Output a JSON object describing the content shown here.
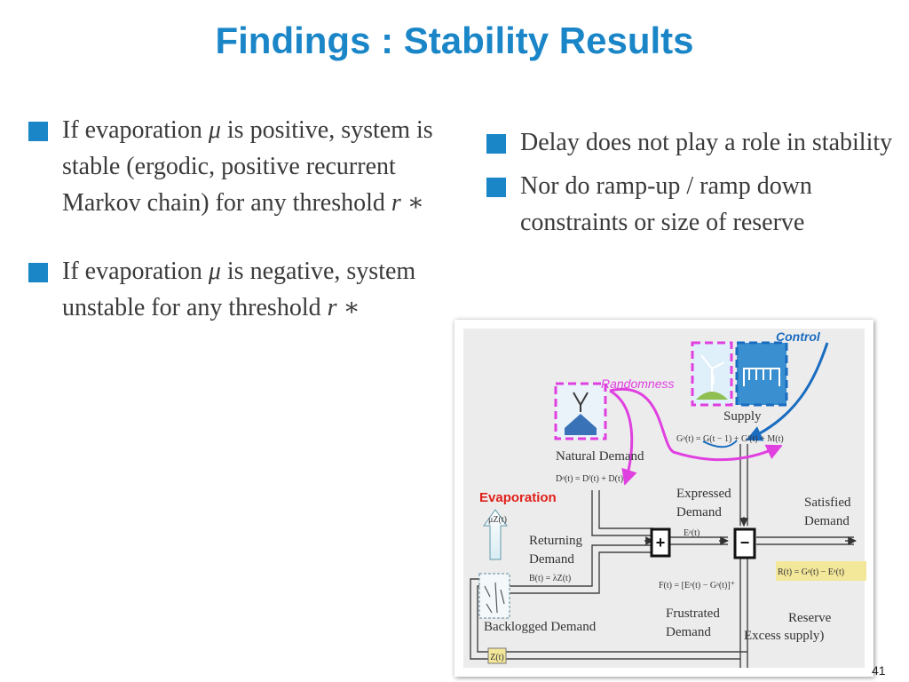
{
  "slide": {
    "title": "Findings : Stability Results",
    "page_number": "41"
  },
  "left_bullets": [
    {
      "pre": "If evaporation ",
      "sym": "μ",
      "post": " is positive, system is stable (ergodic, positive recurrent Markov chain) for any threshold ",
      "sym2": "r ∗"
    },
    {
      "pre": "If evaporation ",
      "sym": "μ",
      "post": " is negative, system unstable  for any threshold ",
      "sym2": "r ∗"
    }
  ],
  "right_bullets": [
    {
      "text": "Delay does not play a role in stability"
    },
    {
      "text": "Nor do ramp-up / ramp down constraints or size of reserve"
    }
  ],
  "diagram": {
    "labels": {
      "control": "Control",
      "randomness": "Randomness",
      "supply": "Supply",
      "natural_demand": "Natural Demand",
      "evaporation": "Evaporation",
      "expressed_demand": "Expressed Demand",
      "satisfied_demand": "Satisfied Demand",
      "returning_demand": "Returning Demand",
      "backlogged_demand": "Backlogged Demand",
      "frustrated_demand": "Frustrated Demand",
      "reserve": "Reserve",
      "excess_supply": "Excess supply)"
    },
    "formulas": {
      "supply_eq": "Gᵃ(t) = G(t − 1) + Gᶠ(t) + M(t)",
      "natural_eq": "Dᵃ(t) = Dᶠ(t) + D(t)",
      "mu_z": "μZ(t)",
      "expressed_eq": "Eᵃ(t)",
      "returning_eq": "B(t) = λZ(t)",
      "frustrated_eq": "F(t) = [Eᵃ(t) − Gᵃ(t)]⁺",
      "reserve_eq": "R(t) = Gᵃ(t) − Eᵃ(t)",
      "z_t": "Z(t)",
      "plus": "+",
      "minus": "−"
    },
    "colors": {
      "accent": "#1a86c8",
      "randomness": "#e040e0",
      "evaporation": "#e0201a",
      "reserve_box": "#f3e79a"
    }
  }
}
